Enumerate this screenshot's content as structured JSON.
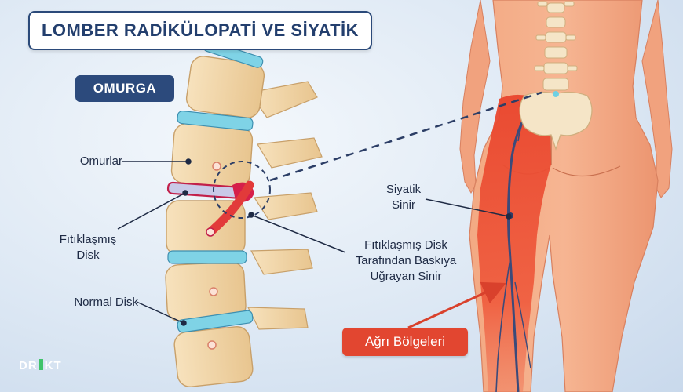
{
  "title": "LOMBER RADİKÜLOPATİ VE SİYATİK",
  "spine_label": "OMURGA",
  "labels": {
    "vertebrae": "Omurlar",
    "herniated_disc": [
      "Fıtıklaşmış",
      "Disk"
    ],
    "normal_disc": "Normal Disk",
    "sciatic_nerve": [
      "Siyatik",
      "Sinir"
    ],
    "compressed_nerve": [
      "Fıtıklaşmış Disk",
      "Tarafından Baskıya",
      "Uğrayan Sinir"
    ]
  },
  "pain_area_label": "Ağrı Bölgeleri",
  "logo": {
    "left": "DR",
    "right": "KT"
  },
  "colors": {
    "title_border": "#2b4a7a",
    "spine_badge": "#2c4a7c",
    "pain_badge": "#e24630",
    "disc": "#7fd3e6",
    "herniated_disc": "#c21f4a",
    "nerve": "#f4a68c",
    "pain_region": "#e8482f",
    "skin": "#f2a27d"
  }
}
